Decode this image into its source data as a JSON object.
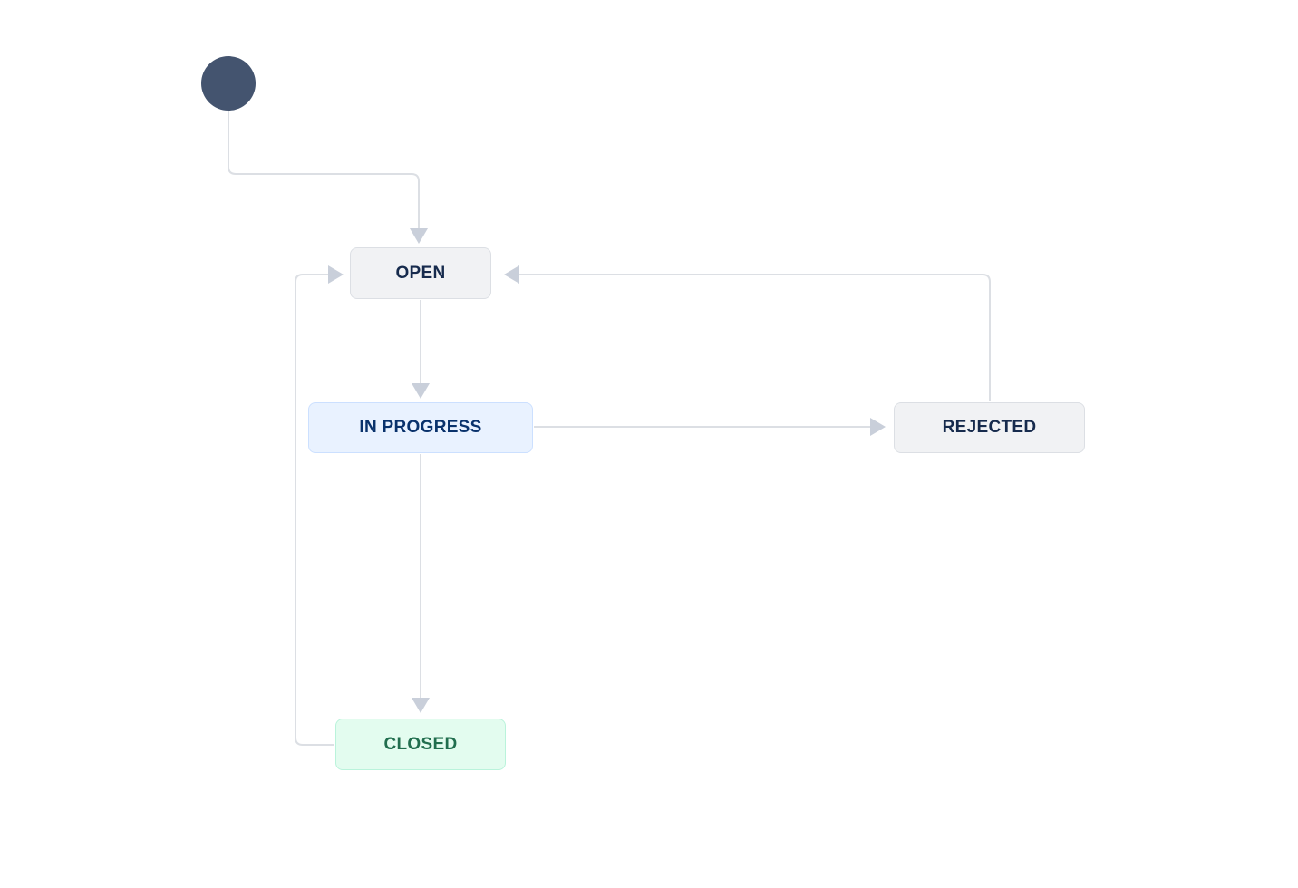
{
  "canvas": {
    "background": "#FFFFFF"
  },
  "diagram": {
    "edge_color": "#DCDFE4",
    "arrowhead_color": "#C9CFDA",
    "start_node": {
      "shape": "circle",
      "fill": "#44546F"
    },
    "nodes": [
      {
        "id": "open",
        "label": "OPEN",
        "background": "#F1F2F4",
        "border": "#DCDFE4",
        "text_color": "#172B4D"
      },
      {
        "id": "in-progress",
        "label": "IN PROGRESS",
        "background": "#E9F2FF",
        "border": "#CCE0FF",
        "text_color": "#09326C"
      },
      {
        "id": "rejected",
        "label": "REJECTED",
        "background": "#F1F2F4",
        "border": "#DCDFE4",
        "text_color": "#172B4D"
      },
      {
        "id": "closed",
        "label": "CLOSED",
        "background": "#E3FCEF",
        "border": "#BAF3DB",
        "text_color": "#216E4E"
      }
    ],
    "transitions": [
      {
        "from": "start",
        "to": "open"
      },
      {
        "from": "open",
        "to": "in-progress"
      },
      {
        "from": "in-progress",
        "to": "rejected"
      },
      {
        "from": "rejected",
        "to": "open"
      },
      {
        "from": "in-progress",
        "to": "closed"
      },
      {
        "from": "closed",
        "to": "open"
      }
    ]
  }
}
